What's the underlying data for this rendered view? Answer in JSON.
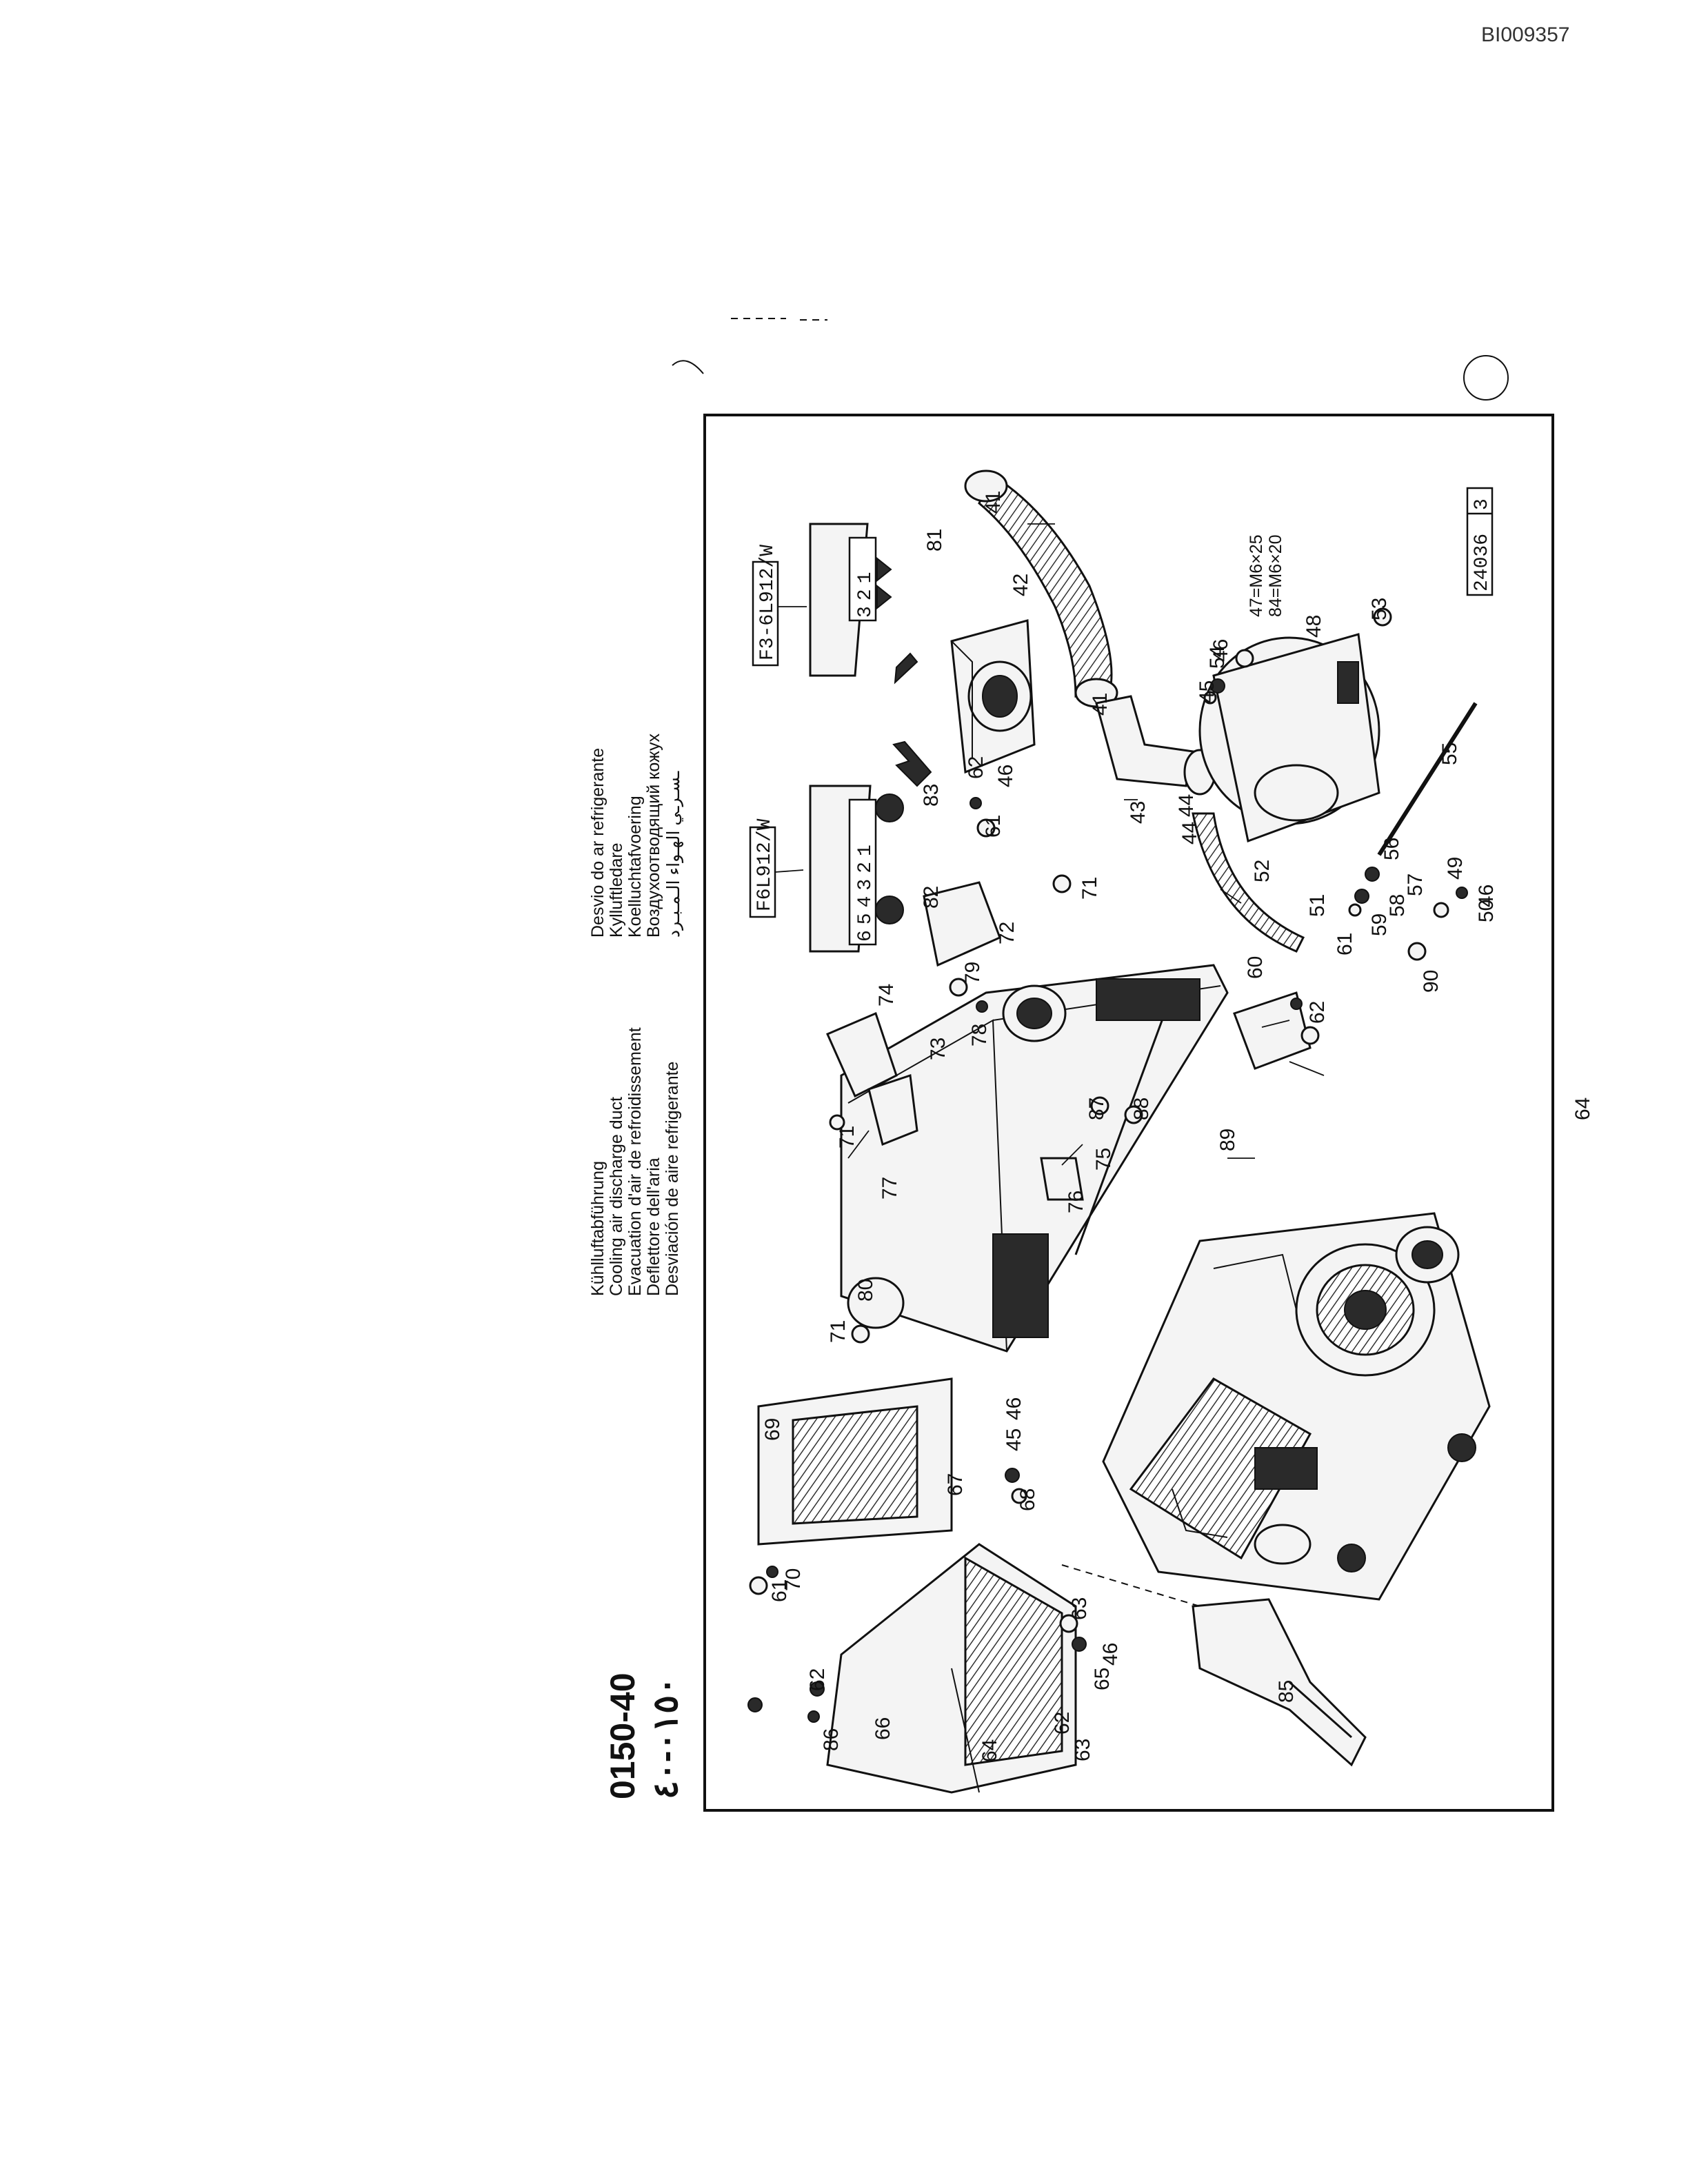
{
  "doc_id": "BI009357",
  "group": {
    "number": "0150-40",
    "arabic_number": "٠١٥٠-٤٠"
  },
  "titles": [
    "Kühlluftabführung",
    "Cooling air discharge duct",
    "Evacuation d'air de refroidissement",
    "Deflettore dell'aria",
    "Desviación de aire refrigerante",
    "Desvio do ar refrigerante",
    "Kylluftledare",
    "Koelluchtafvoering",
    "Воздухоотводящий кожух",
    "ـسـرـي الهـواء الـمـبـرد"
  ],
  "variant_boxes": {
    "left": "F6L912/W",
    "right": "F3-6L912/W"
  },
  "cylinder_markers": {
    "left": "654321",
    "right": "321"
  },
  "screw_notes": [
    "47=M6×25",
    "84=M6×20"
  ],
  "figure_ref": {
    "number": "24036",
    "sheet": "3"
  },
  "page_number": "64",
  "callouts": [
    "41",
    "41",
    "42",
    "43",
    "44",
    "44",
    "45",
    "45",
    "46",
    "46",
    "46",
    "46",
    "46",
    "47",
    "48",
    "49",
    "50",
    "51",
    "52",
    "53",
    "54",
    "55",
    "56",
    "57",
    "58",
    "59",
    "60",
    "61",
    "61",
    "61",
    "62",
    "62",
    "62",
    "62",
    "63",
    "63",
    "64",
    "65",
    "66",
    "67",
    "68",
    "69",
    "70",
    "71",
    "71",
    "71",
    "72",
    "73",
    "74",
    "75",
    "76",
    "77",
    "78",
    "79",
    "80",
    "81",
    "82",
    "83",
    "85",
    "86",
    "87",
    "88",
    "89",
    "90"
  ]
}
